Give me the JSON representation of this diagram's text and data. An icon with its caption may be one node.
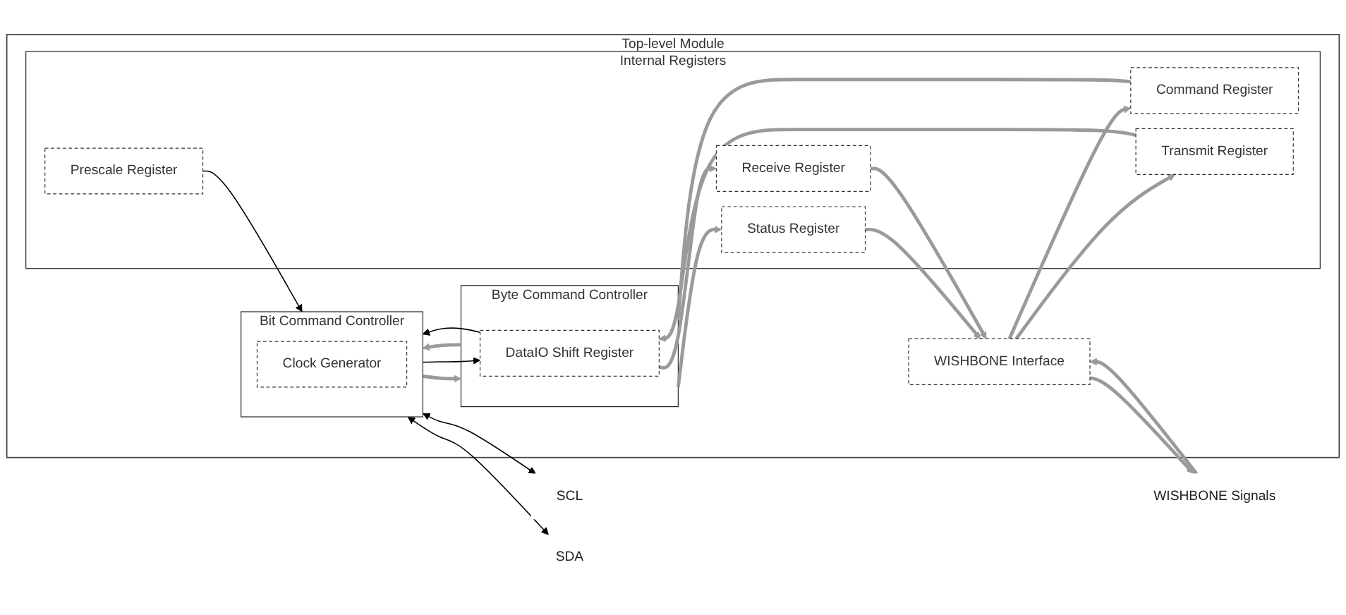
{
  "diagram": {
    "nodes": [
      {
        "text": [
          "Top-level Module"
        ]
      },
      {
        "text": [
          "WISHBONE Signals"
        ]
      },
      {
        "text": [
          "WISHBONE Interface"
        ],
        "in": 0
      },
      {
        "text": [
          "Internal Registers"
        ],
        "in": 0
      },
      {
        "text": [
          "Prescale Register"
        ],
        "in": 3
      },
      {
        "text": [
          "Command Register"
        ],
        "in": 3
      },
      {
        "text": [
          "Status Register"
        ],
        "in": 3
      },
      {
        "text": [
          "Transmit Register"
        ],
        "in": 3
      },
      {
        "text": [
          "Receive Register"
        ],
        "in": 3
      },
      {
        "text": [
          "Byte Command Controller"
        ],
        "in": 0
      },
      {
        "text": [
          "DataIO Shift Register"
        ],
        "in": 9
      },
      {
        "text": [
          "Bit Command Controller"
        ],
        "in": 0
      },
      {
        "text": [
          "Clock Generator"
        ],
        "in": 11
      },
      {
        "text": [
          "SCL"
        ]
      },
      {
        "text": [
          "SDA"
        ]
      }
    ],
    "edges": [
      {
        "from": 2,
        "to": 1,
        "arrow": "to"
      },
      {
        "from": 1,
        "to": 2,
        "arrow": "to"
      },
      {
        "from": 2,
        "to": 5,
        "arrow": "to"
      },
      {
        "from": 6,
        "to": 2,
        "arrow": "to"
      },
      {
        "from": 2,
        "to": 7,
        "arrow": "to"
      },
      {
        "from": 8,
        "to": 2,
        "arrow": "to"
      },
      {
        "from": 4,
        "to": 11,
        "arrow": "to",
        "color": "#000000"
      },
      {
        "from": 5,
        "to": 9,
        "arrow": "to"
      },
      {
        "from": 9,
        "to": 6,
        "arrow": "to"
      },
      {
        "from": 7,
        "to": 10,
        "arrow": "to"
      },
      {
        "from": 10,
        "to": 8,
        "arrow": "to"
      },
      {
        "from": 9,
        "to": 11,
        "arrow": "to"
      },
      {
        "from": 11,
        "to": 9,
        "arrow": "to"
      },
      {
        "from": 10,
        "to": 11,
        "arrow": "to",
        "color": "#000000"
      },
      {
        "from": 11,
        "to": 10,
        "arrow": "to",
        "color": "#000000"
      },
      {
        "from": 11,
        "to": 13,
        "arrow": "both",
        "color": "#000000"
      },
      {
        "from": 11,
        "to": 14,
        "arrow": "both",
        "color": "#000000"
      }
    ]
  }
}
